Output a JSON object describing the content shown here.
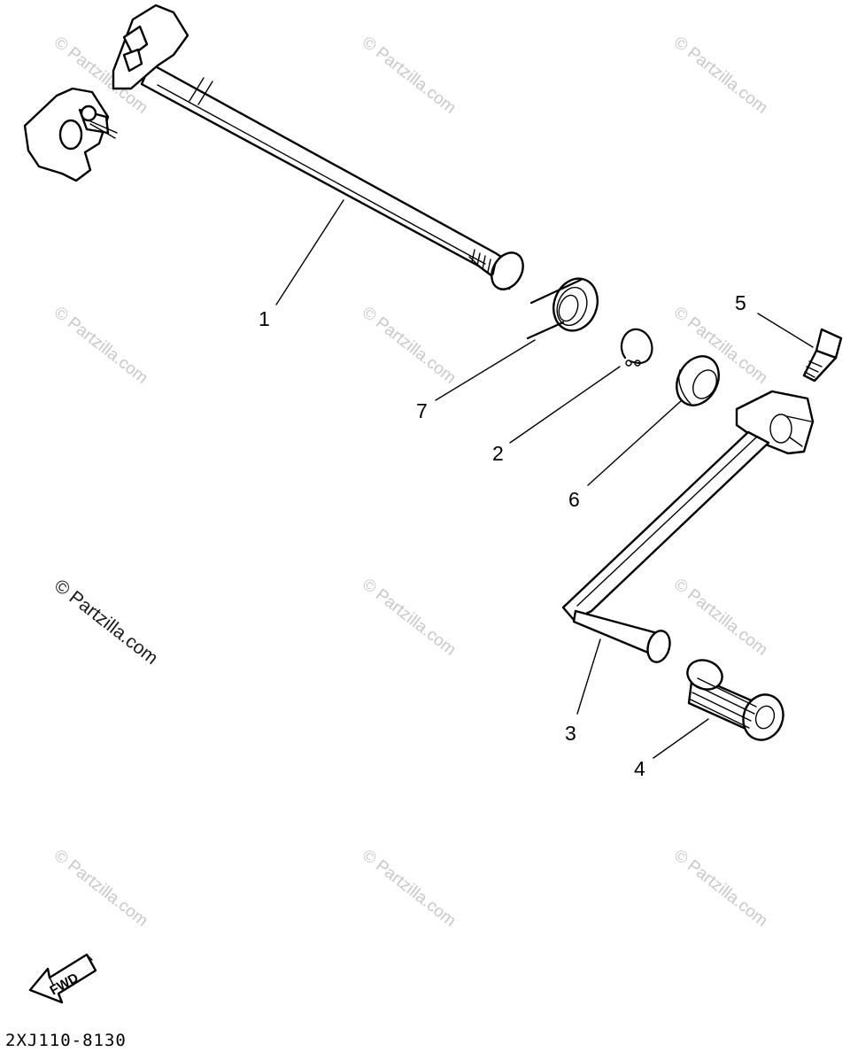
{
  "watermark": {
    "text": "© Partzilla.com",
    "color": "#c8c8c8"
  },
  "diagram_code": "2XJ110-8130",
  "fwd_label": "FWD",
  "callouts": [
    {
      "number": "1",
      "part": "shift shaft"
    },
    {
      "number": "7",
      "part": "torsion spring"
    },
    {
      "number": "2",
      "part": "circlip"
    },
    {
      "number": "6",
      "part": "oil seal"
    },
    {
      "number": "5",
      "part": "bolt"
    },
    {
      "number": "3",
      "part": "shift pedal"
    },
    {
      "number": "4",
      "part": "pedal rubber"
    }
  ]
}
